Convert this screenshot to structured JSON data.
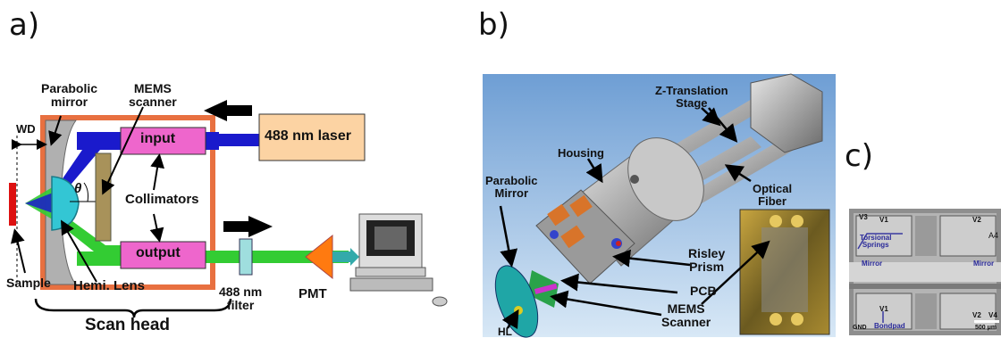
{
  "panels": {
    "a": "a)",
    "b": "b)",
    "c": "c)"
  },
  "panel_a": {
    "wd": "WD",
    "parabolic_mirror": [
      "Parabolic",
      "mirror"
    ],
    "mems_scanner": [
      "MEMS",
      "scanner"
    ],
    "input": "input",
    "laser": "488 nm laser",
    "theta": "θ",
    "collimators": "Collimators",
    "output": "output",
    "sample": "Sample",
    "hemi_lens": "Hemi. Lens",
    "filter": [
      "488 nm",
      "filter"
    ],
    "pmt": "PMT",
    "scan_head": "Scan head"
  },
  "panel_b": {
    "z_stage": [
      "Z-Translation",
      "Stage"
    ],
    "housing": "Housing",
    "parabolic_mirror": [
      "Parabolic",
      "Mirror"
    ],
    "optical_fiber": [
      "Optical",
      "Fiber"
    ],
    "risley_prism": [
      "Risley",
      "Prism"
    ],
    "pcb": "PCB",
    "mems_scanner": [
      "MEMS",
      "Scanner"
    ],
    "hl": "HL"
  },
  "panel_c": {
    "v3": "V3",
    "v1_top": "V1",
    "v2_top": "V2",
    "a4": "A4",
    "torsional_springs": [
      "Torsional",
      "Springs"
    ],
    "mirror_left": "Mirror",
    "mirror_right": "Mirror",
    "v1_bot": "V1",
    "v2_bot": "V2",
    "v4": "V4",
    "bondpad": "Bondpad",
    "gnd": "GND",
    "scale": "500 μm"
  },
  "colors": {
    "laser_blue": "#1a1acc",
    "fiber_green": "#33cc33",
    "housing_orange": "#e87040",
    "lens_cyan": "#33c6d4",
    "collimator_pink": "#ee66cc",
    "laser_box": "#fcd3a3",
    "mirror_olive": "#a8925a",
    "pmt_orange": "#ff7a10",
    "sample_red": "#dd1111",
    "photo_bg": "#a8c8e8"
  }
}
